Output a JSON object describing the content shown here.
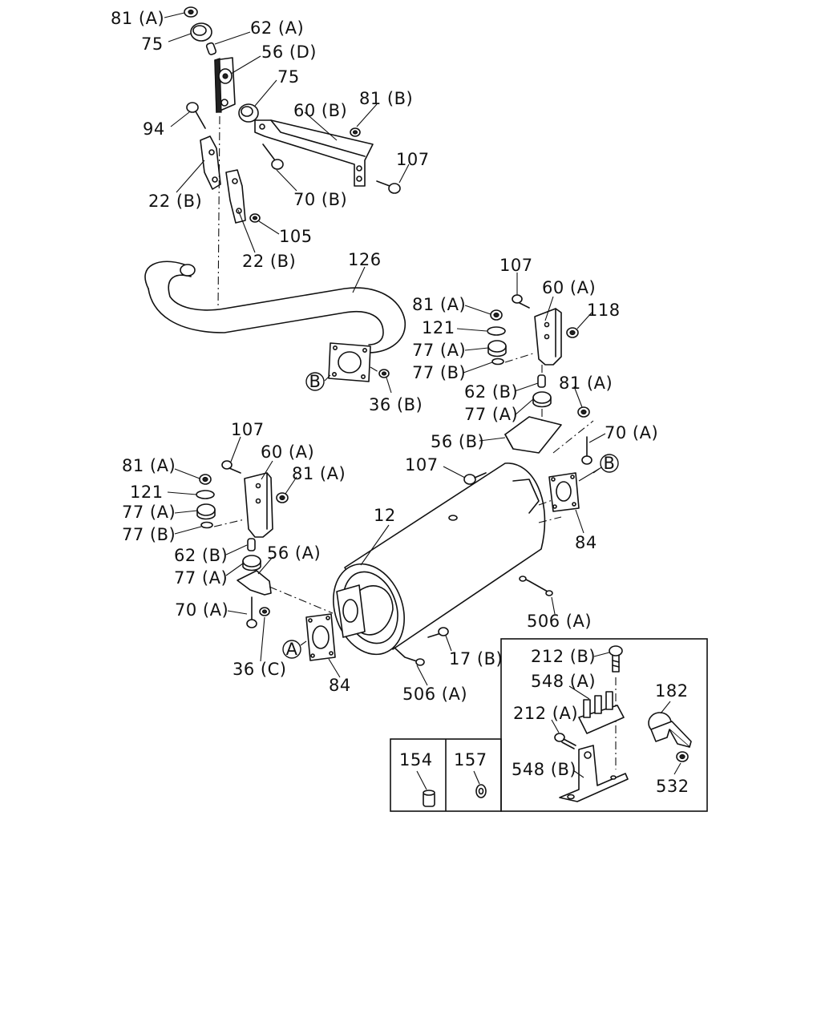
{
  "labels": {
    "l_81a_top": "81 (A)",
    "l_75_top": "75",
    "l_62a": "62 (A)",
    "l_56d": "56 (D)",
    "l_75_mid": "75",
    "l_81b": "81 (B)",
    "l_60b": "60 (B)",
    "l_94": "94",
    "l_107_top": "107",
    "l_70b": "70 (B)",
    "l_22b_1": "22 (B)",
    "l_105": "105",
    "l_22b_2": "22 (B)",
    "l_126": "126",
    "l_107_r": "107",
    "l_60a_r": "60 (A)",
    "l_81a_r": "81 (A)",
    "l_118": "118",
    "l_121_r": "121",
    "l_77a_r": "77 (A)",
    "l_77b_r": "77 (B)",
    "l_b_flange": "B",
    "l_36b": "36 (B)",
    "l_62b_r": "62 (B)",
    "l_81a_r2": "81 (A)",
    "l_77a_r2": "77 (A)",
    "l_56b": "56 (B)",
    "l_70a_r": "70 (A)",
    "l_107_l": "107",
    "l_60a_l": "60 (A)",
    "l_81a_l": "81 (A)",
    "l_81a_l2": "81 (A)",
    "l_107_mid": "107",
    "l_b_right": "B",
    "l_121_l": "121",
    "l_12": "12",
    "l_77a_l": "77 (A)",
    "l_77b_l": "77 (B)",
    "l_84_r": "84",
    "l_62b_l": "62 (B)",
    "l_56a": "56 (A)",
    "l_77a_l2": "77 (A)",
    "l_70a_l": "70 (A)",
    "l_506a_r": "506 (A)",
    "l_a": "A",
    "l_17b": "17 (B)",
    "l_36c": "36 (C)",
    "l_84_l": "84",
    "l_506a_b": "506 (A)",
    "l_212b": "212 (B)",
    "l_548a": "548 (A)",
    "l_182": "182",
    "l_212a": "212 (A)",
    "l_154": "154",
    "l_157": "157",
    "l_548b": "548 (B)",
    "l_532": "532"
  }
}
